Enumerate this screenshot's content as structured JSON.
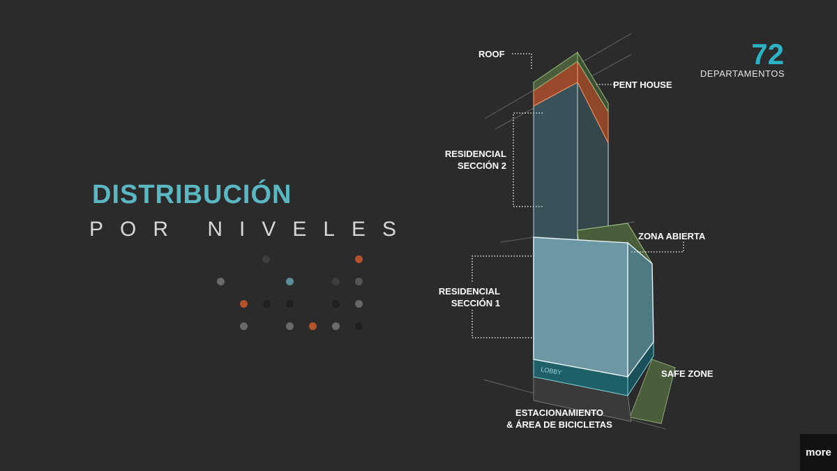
{
  "title": "DISTRIBUCIÓN",
  "subtitle": "POR NIVELES",
  "units": {
    "count": "72",
    "label": "DEPARTAMENTOS"
  },
  "levels": {
    "roof": "ROOF",
    "penthouse": "PENT HOUSE",
    "residencial2": [
      "RESIDENCIAL",
      "SECCIÓN 2"
    ],
    "zona_abierta": "ZONA ABIERTA",
    "residencial1": [
      "RESIDENCIAL",
      "SECCIÓN 1"
    ],
    "lobby": "LOBBY",
    "safe_zone": "SAFE  ZONE",
    "estacionamiento": [
      "ESTACIONAMIENTO",
      "& ÁREA DE BICICLETAS"
    ]
  },
  "brand": "more",
  "colors": {
    "accent": "#5bb8c2",
    "number": "#2db2c4",
    "orange": "#b5542c",
    "green": "#4a5e3b",
    "teal": "#7fb3bf"
  },
  "dots": [
    {
      "color": "#3e3e3e"
    },
    {
      "color": "#b5542c"
    },
    {
      "color": "#6a6a6a"
    },
    {
      "color": "#5a8d99"
    },
    {
      "color": "#3e3e3e"
    },
    {
      "color": "#555555"
    },
    {
      "color": "#b5542c"
    },
    {
      "color": "#1f1f1f"
    },
    {
      "color": "#1f1f1f"
    },
    {
      "color": "#1f1f1f"
    },
    {
      "color": "#666666"
    },
    {
      "color": "#6a6a6a"
    },
    {
      "color": "#6a6a6a"
    },
    {
      "color": "#b5542c"
    },
    {
      "color": "#6a6a6a"
    },
    {
      "color": "#1f1f1f"
    }
  ]
}
